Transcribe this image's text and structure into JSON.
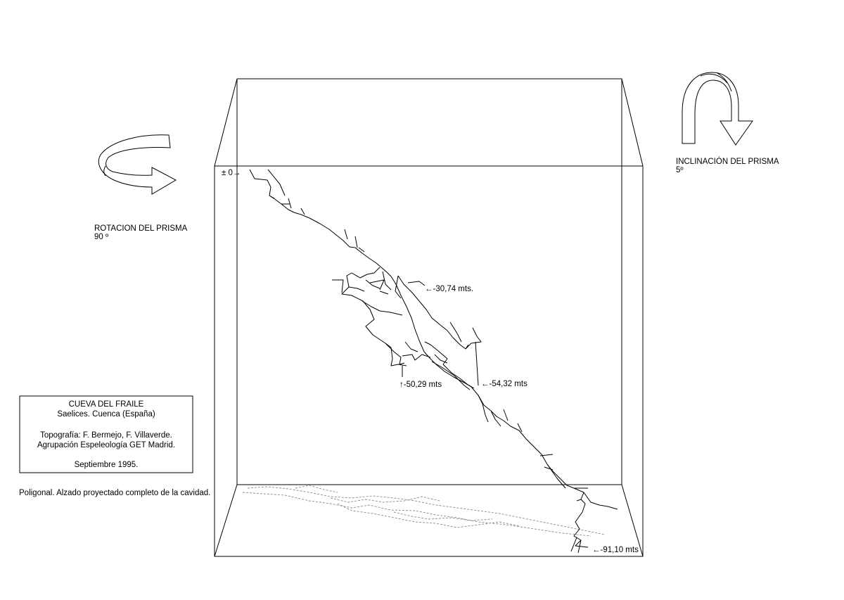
{
  "rotation": {
    "label": "ROTACION DEL PRISMA",
    "value": "90 º"
  },
  "inclination": {
    "label": "INCLINACIÓN DEL PRISMA",
    "value": "5º"
  },
  "depth_markers": {
    "zero": "± 0→",
    "d1": "←-30,74 mts.",
    "d2": "↑-50,29 mts",
    "d3": "←-54,32 mts",
    "d4": "←-91,10 mts"
  },
  "info_box": {
    "title": "CUEVA DEL FRAILE",
    "location": "Saelices. Cuenca (España)",
    "survey_by": "Topografía: F. Bermejo, F. Villaverde.",
    "group": "Agrupación Espeleología GET Madrid.",
    "date": "Septiembre 1995."
  },
  "caption": "Poligonal. Alzado proyectado completo de la cavidad."
}
